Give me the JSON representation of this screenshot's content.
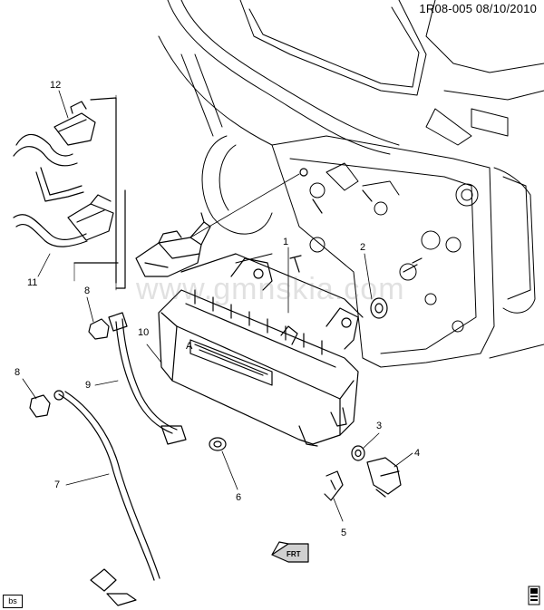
{
  "header": {
    "code": "1R08-005 08/10/2010"
  },
  "watermark": "www.gmnskia.com",
  "callouts": {
    "c1": "1",
    "c2": "2",
    "c3": "3",
    "c4": "4",
    "c5": "5",
    "c6": "6",
    "c7": "7",
    "c8a": "8",
    "c8b": "8",
    "c9": "9",
    "c10": "10",
    "c11": "11",
    "c12": "12"
  },
  "corner_tag": "bs",
  "front_arrow": "FRT",
  "icons": {
    "front-arrow": "arrow-front-icon",
    "book": "service-book-icon"
  }
}
